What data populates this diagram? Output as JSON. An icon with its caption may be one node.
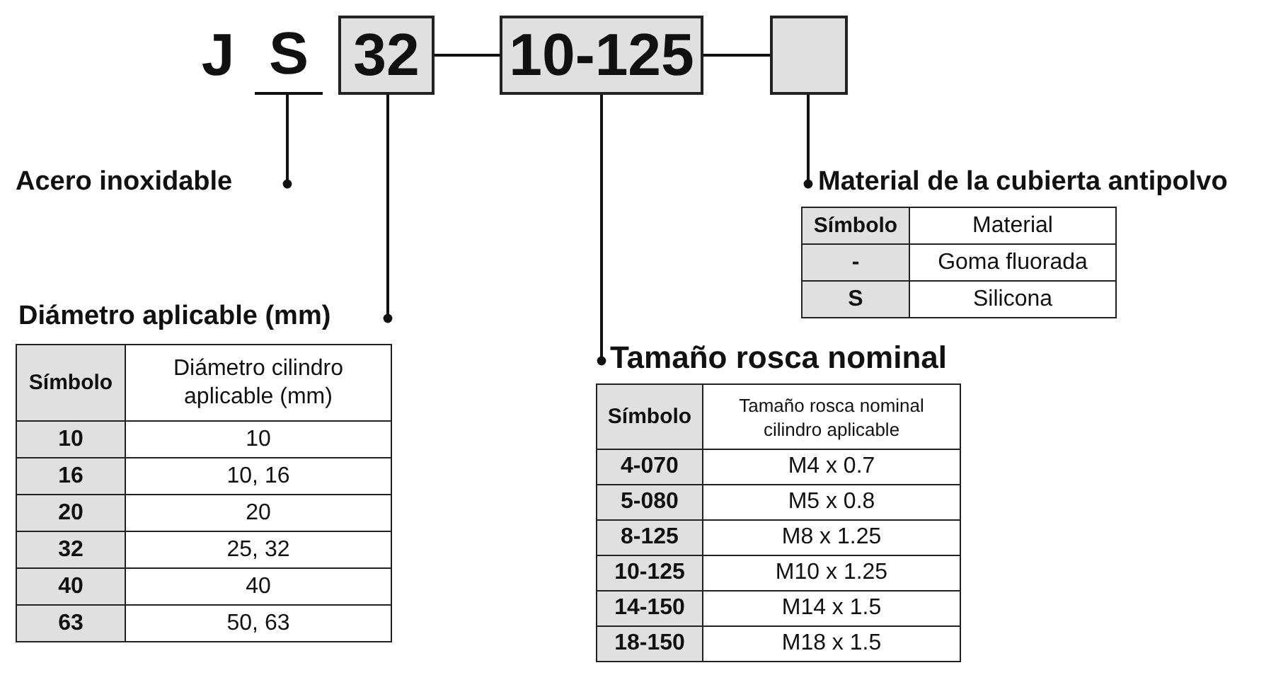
{
  "diagram": {
    "nodes": [
      {
        "text": [
          "S"
        ]
      },
      {
        "text": [
          "32"
        ]
      },
      {
        "text": [
          "10-125"
        ]
      },
      {
        "text": [],
        "shape": "box"
      },
      {
        "text": [
          "Acero inoxidable"
        ]
      },
      {
        "text": [
          "Material de la cubierta antipolvo"
        ]
      },
      {
        "text": [
          "Diámetro aplicable (mm)"
        ]
      },
      {
        "text": [
          "Tamaño rosca nominal"
        ]
      }
    ],
    "edges": [
      {
        "from": 0,
        "to": 4,
        "arrow": "other"
      },
      {
        "from": 1,
        "to": 6,
        "arrow": "other"
      },
      {
        "from": 2,
        "to": 7,
        "arrow": "other"
      },
      {
        "from": 3,
        "to": 5,
        "arrow": "other"
      },
      {
        "from": 1,
        "to": 2,
        "arrow": "none"
      },
      {
        "from": 2,
        "to": 3,
        "arrow": "none"
      }
    ],
    "labels": [
      "J",
      "Símbolo",
      "Material",
      "-",
      "Goma fluorada",
      "S",
      "Silicona",
      "Símbolo",
      "Diámetro cilindro aplicable (mm)",
      "10",
      "10",
      "16",
      "10, 16",
      "20",
      "20",
      "32",
      "25, 32",
      "40",
      "40",
      "63",
      "50, 63",
      "Símbolo",
      "Tamaño rosca nominal cilindro aplicable",
      "4-070",
      "M4 x 0.7",
      "5-080",
      "M5 x 0.8",
      "8-125",
      "M8 x 1.25",
      "10-125",
      "M10 x 1.25",
      "14-150",
      "M14 x 1.5",
      "18-150",
      "M18 x 1.5"
    ]
  }
}
